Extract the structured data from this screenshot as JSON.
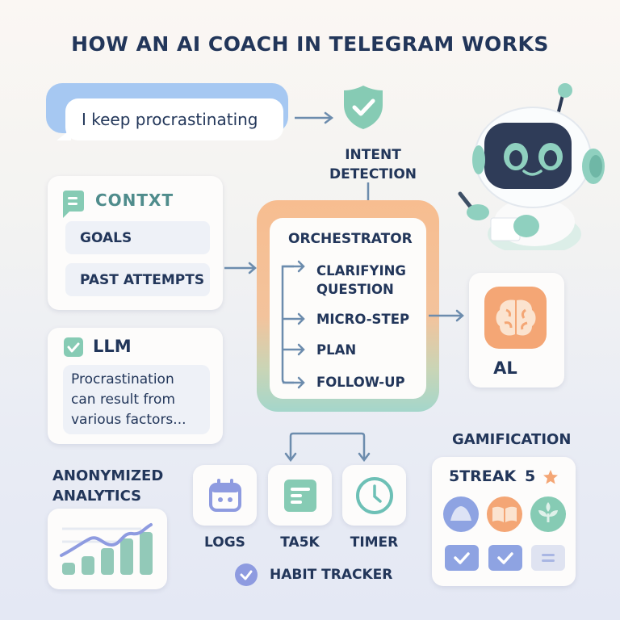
{
  "title": "HOW AN AI COACH IN TELEGRAM WORKS",
  "chat": {
    "message": "I keep procrastinating"
  },
  "intent": {
    "line1": "INTENT",
    "line2": "DETECTION",
    "icon": "shield-check-icon"
  },
  "context": {
    "title": "CONTXT",
    "icon": "chat-bubble-icon",
    "items": [
      "GOALS",
      "PAST ATTEMPTS"
    ]
  },
  "llm": {
    "title": "LLM",
    "icon": "checkbox-icon",
    "response": [
      "Procrastination",
      "can result from",
      "various factors..."
    ]
  },
  "orchestrator": {
    "title": "ORCHESTRATOR",
    "items": [
      "CLARIFYING",
      "QUESTION",
      "MICRO-STEP",
      "PLAN",
      "FOLLOW-UP"
    ]
  },
  "ai_card": {
    "label": "AL",
    "icon": "brain-icon"
  },
  "analytics": {
    "line1": "ANONYMIZED",
    "line2": "ANALYTICS",
    "icon": "chart-icon"
  },
  "tools": [
    {
      "label": "LOGS",
      "icon": "calendar-icon"
    },
    {
      "label": "TA5K",
      "icon": "task-list-icon"
    },
    {
      "label": "TIMER",
      "icon": "clock-icon"
    }
  ],
  "habit_tracker": {
    "label": "HABIT TRACKER",
    "icon": "check-circle-icon"
  },
  "gamification": {
    "title": "GAMIFICATION",
    "streak_label": "5TREAK",
    "streak_value": "5",
    "badges": [
      "mountain-badge-icon",
      "book-badge-icon",
      "leaf-badge-icon"
    ],
    "checks": [
      "checked",
      "checked",
      "pending"
    ]
  },
  "colors": {
    "navy": "#22365a",
    "teal": "#86cbb4",
    "orange": "#f4a675",
    "blue": "#a6c8f2",
    "purple": "#8e9be0",
    "arrow": "#6c8cad"
  }
}
